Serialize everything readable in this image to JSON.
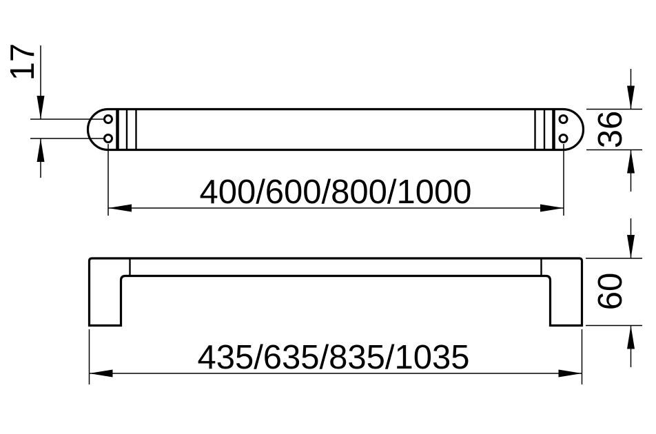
{
  "drawing": {
    "type": "technical-dimension-drawing",
    "subject": "towel-bar-handle-two-views",
    "colors": {
      "line": "#000000",
      "background": "#ffffff"
    },
    "top_view": {
      "hole_pitch_label": "17",
      "bar_height_label": "36",
      "hole_spacing_options_label": "400/600/800/1000"
    },
    "front_view": {
      "height_label": "60",
      "overall_length_options_label": "435/635/835/1035"
    }
  }
}
